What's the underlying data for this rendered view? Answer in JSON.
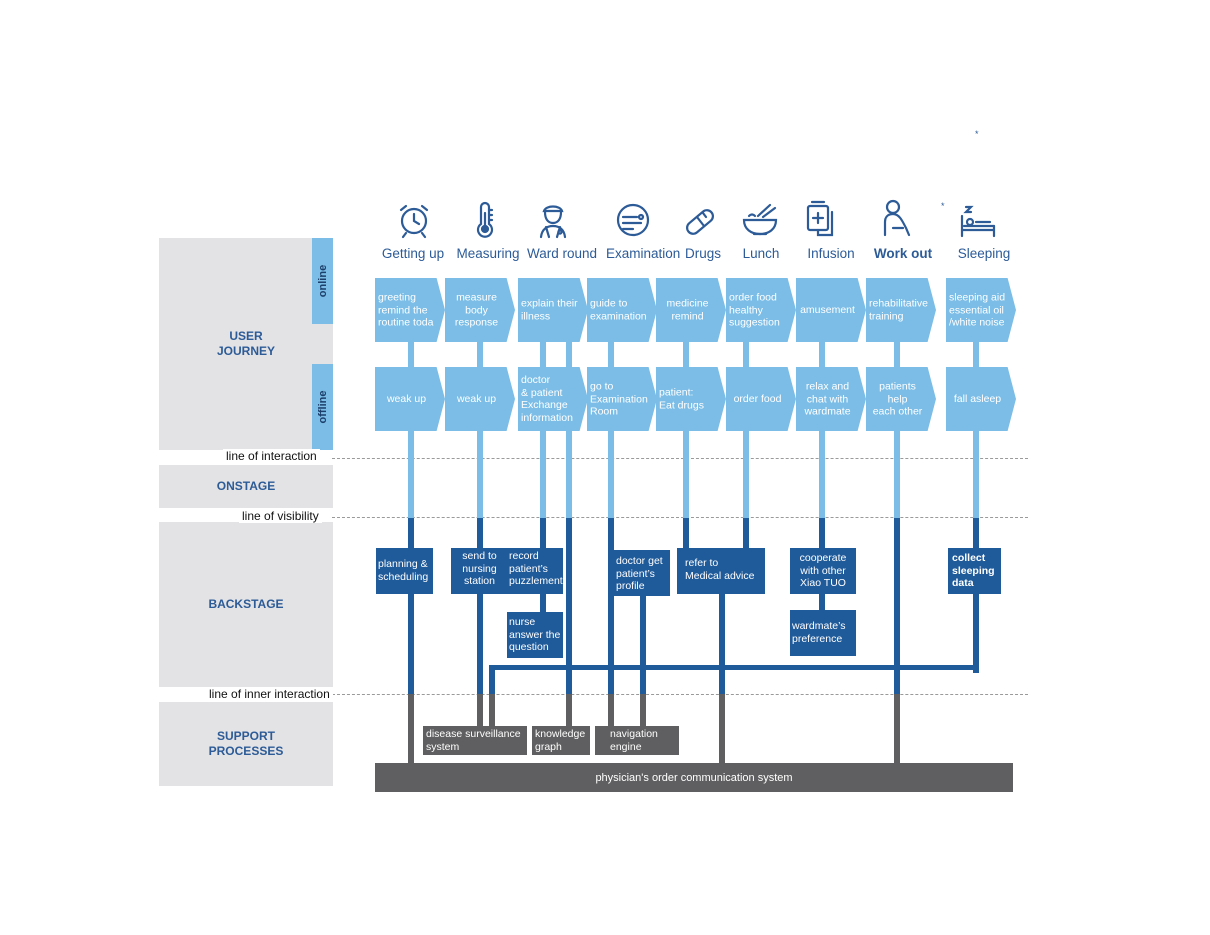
{
  "lanes": {
    "user_journey": "USER\nJOURNEY",
    "onstage": "ONSTAGE",
    "backstage": "BACKSTAGE",
    "support": "SUPPORT\nPROCESSES"
  },
  "sub_lanes": {
    "online": "online",
    "offline": "offline"
  },
  "lines": {
    "interaction": "line of interaction",
    "visibility": "line of visibility",
    "inner": "line of inner interaction"
  },
  "steps": [
    {
      "title": "Getting up",
      "icon": "alarm-clock-icon",
      "online": "greeting\nremind the\nroutine toda",
      "offline": "weak up"
    },
    {
      "title": "Measuring",
      "icon": "thermometer-icon",
      "online": "measure\nbody\nresponse",
      "offline": "weak up"
    },
    {
      "title": "Ward round",
      "icon": "doctor-icon",
      "online": "explain their\nillness",
      "offline": "doctor\n& patient\nExchange\ninformation"
    },
    {
      "title": "Examination",
      "icon": "examination-icon",
      "online": "guide to\nexamination",
      "offline": "go to\nExamination\nRoom"
    },
    {
      "title": "Drugs",
      "icon": "pill-icon",
      "online": "medicine\nremind",
      "offline": "patient:\nEat drugs"
    },
    {
      "title": "Lunch",
      "icon": "bowl-icon",
      "online": "order food\nhealthy\nsuggestion",
      "offline": "order food"
    },
    {
      "title": "Infusion",
      "icon": "infusion-bag-icon",
      "online": "amusement",
      "offline": "relax and\nchat with\nwardmate"
    },
    {
      "title": "Work out",
      "icon": "person-exercise-icon",
      "online": "rehabilitative\ntraining",
      "offline": "patients help\neach other"
    },
    {
      "title": "Sleeping",
      "icon": "bed-sleep-icon",
      "online": "sleeping aid\nessential oil\n/white noise",
      "offline": "fall asleep"
    }
  ],
  "backstage": {
    "planning": "planning &\nscheduling",
    "send_station": "send to\nnursing\nstation",
    "record": "record\npatient’s\npuzzlement",
    "nurse_answer": "nurse\nanswer the\nquestion",
    "doctor_profile": "doctor get\npatient’s\nprofile",
    "medical_advice": "refer to\nMedical advice",
    "cooperate": "cooperate\nwith other\nXiao TUO",
    "wardmate_pref": "wardmate’s\npreference",
    "sleep_data": "collect\nsleeping\ndata"
  },
  "support": {
    "disease_system": "disease surveillance\nsystem",
    "knowledge_graph": "knowledge\ngraph",
    "navigation_engine": "navigation\nengine",
    "order_system": "physician's order communication system"
  },
  "colors": {
    "light_blue": "#7bbde6",
    "dark_blue": "#1f5a9a",
    "gray_support": "#5f5f61",
    "lane_gray": "#e3e3e5",
    "title_blue": "#2c5b97"
  }
}
